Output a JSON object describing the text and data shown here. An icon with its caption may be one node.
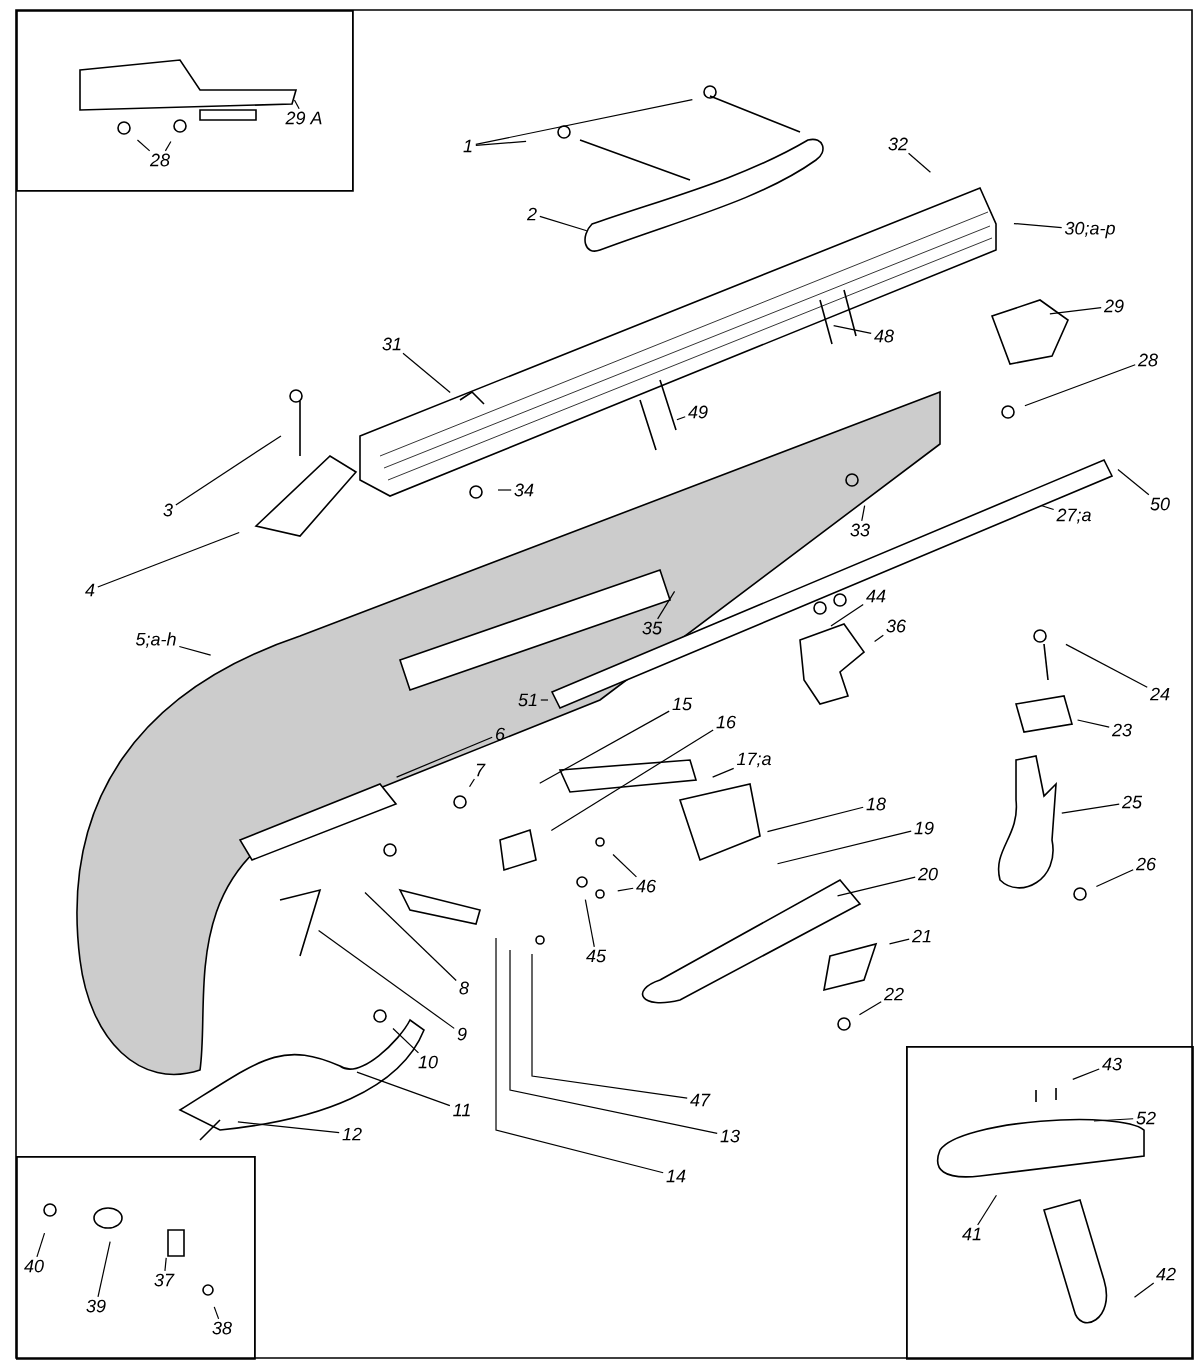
{
  "diagram": {
    "nodes": [
      {
        "text": [],
        "shape": "box"
      },
      {
        "text": [
          "29 A"
        ],
        "in": 0
      },
      {
        "text": [
          "28"
        ],
        "in": 0
      },
      {
        "text": [
          "1"
        ]
      },
      {
        "text": [
          "32"
        ]
      },
      {
        "text": [
          "2"
        ]
      },
      {
        "text": [
          "30;a-p"
        ]
      },
      {
        "text": [
          "29"
        ]
      },
      {
        "text": [
          "48"
        ]
      },
      {
        "text": [
          "31"
        ]
      },
      {
        "text": [
          "28"
        ]
      },
      {
        "text": [
          "49"
        ]
      },
      {
        "text": [
          "34"
        ]
      },
      {
        "text": [
          "3"
        ]
      },
      {
        "text": [
          "50"
        ]
      },
      {
        "text": [
          "27;a"
        ]
      },
      {
        "text": [
          "33"
        ]
      },
      {
        "text": [
          "4"
        ]
      },
      {
        "text": [
          "35"
        ]
      },
      {
        "text": [
          "5;a-h"
        ]
      },
      {
        "text": [
          "44"
        ]
      },
      {
        "text": [
          "36"
        ]
      },
      {
        "text": [
          "24"
        ]
      },
      {
        "text": [
          "51"
        ]
      },
      {
        "text": [
          "15"
        ]
      },
      {
        "text": [
          "6"
        ]
      },
      {
        "text": [
          "16"
        ]
      },
      {
        "text": [
          "23"
        ]
      },
      {
        "text": [
          "7"
        ]
      },
      {
        "text": [
          "17;a"
        ]
      },
      {
        "text": [
          "25"
        ]
      },
      {
        "text": [
          "18"
        ]
      },
      {
        "text": [
          "19"
        ]
      },
      {
        "text": [
          "20"
        ]
      },
      {
        "text": [
          "26"
        ]
      },
      {
        "text": [
          "46"
        ]
      },
      {
        "text": [
          "21"
        ]
      },
      {
        "text": [
          "45"
        ]
      },
      {
        "text": [
          "8"
        ]
      },
      {
        "text": [
          "22"
        ]
      },
      {
        "text": [
          "9"
        ]
      },
      {
        "text": [
          "10"
        ]
      },
      {
        "text": [
          "47"
        ]
      },
      {
        "text": [
          "11"
        ]
      },
      {
        "text": [
          "13"
        ]
      },
      {
        "text": [
          "12"
        ]
      },
      {
        "text": [
          "14"
        ]
      },
      {
        "text": [],
        "shape": "box"
      },
      {
        "text": [
          "43"
        ],
        "in": 47
      },
      {
        "text": [
          "52"
        ],
        "in": 47
      },
      {
        "text": [
          "41"
        ],
        "in": 47
      },
      {
        "text": [
          "42"
        ],
        "in": 47
      },
      {
        "text": [],
        "shape": "box"
      },
      {
        "text": [
          "40"
        ],
        "in": 52
      },
      {
        "text": [
          "39"
        ],
        "in": 52
      },
      {
        "text": [
          "37"
        ],
        "in": 52
      },
      {
        "text": [
          "38"
        ],
        "in": 52
      }
    ],
    "edges": [
      {
        "from": 1,
        "to": null,
        "arrow": "none"
      },
      {
        "from": 2,
        "to": null,
        "arrow": "none"
      },
      {
        "from": 2,
        "to": null,
        "arrow": "none"
      },
      {
        "from": 3,
        "to": null,
        "arrow": "none"
      },
      {
        "from": 3,
        "to": null,
        "arrow": "none"
      },
      {
        "from": 4,
        "to": null,
        "arrow": "none"
      },
      {
        "from": 5,
        "to": null,
        "arrow": "none"
      },
      {
        "from": 6,
        "to": null,
        "arrow": "none"
      },
      {
        "from": 7,
        "to": null,
        "arrow": "none"
      },
      {
        "from": 8,
        "to": null,
        "arrow": "none"
      },
      {
        "from": 9,
        "to": null,
        "arrow": "none"
      },
      {
        "from": 10,
        "to": null,
        "arrow": "none"
      },
      {
        "from": 11,
        "to": null,
        "arrow": "none"
      },
      {
        "from": 12,
        "to": null,
        "arrow": "none"
      },
      {
        "from": 13,
        "to": null,
        "arrow": "none"
      },
      {
        "from": 14,
        "to": null,
        "arrow": "none"
      },
      {
        "from": 15,
        "to": null,
        "arrow": "none"
      },
      {
        "from": 16,
        "to": null,
        "arrow": "none"
      },
      {
        "from": 17,
        "to": null,
        "arrow": "none"
      },
      {
        "from": 18,
        "to": null,
        "arrow": "none"
      },
      {
        "from": 19,
        "to": null,
        "arrow": "none"
      },
      {
        "from": 20,
        "to": null,
        "arrow": "none"
      },
      {
        "from": 21,
        "to": null,
        "arrow": "none"
      },
      {
        "from": 22,
        "to": null,
        "arrow": "none"
      },
      {
        "from": 23,
        "to": null,
        "arrow": "none"
      },
      {
        "from": 24,
        "to": null,
        "arrow": "none"
      },
      {
        "from": 25,
        "to": null,
        "arrow": "none"
      },
      {
        "from": 26,
        "to": null,
        "arrow": "none"
      },
      {
        "from": 27,
        "to": null,
        "arrow": "none"
      },
      {
        "from": 28,
        "to": null,
        "arrow": "none"
      },
      {
        "from": 29,
        "to": null,
        "arrow": "none"
      },
      {
        "from": 30,
        "to": null,
        "arrow": "none"
      },
      {
        "from": 31,
        "to": null,
        "arrow": "none"
      },
      {
        "from": 32,
        "to": null,
        "arrow": "none"
      },
      {
        "from": 33,
        "to": null,
        "arrow": "none"
      },
      {
        "from": 34,
        "to": null,
        "arrow": "none"
      },
      {
        "from": 35,
        "to": null,
        "arrow": "none"
      },
      {
        "from": 35,
        "to": null,
        "arrow": "none"
      },
      {
        "from": 36,
        "to": null,
        "arrow": "none"
      },
      {
        "from": 37,
        "to": null,
        "arrow": "none"
      },
      {
        "from": 38,
        "to": null,
        "arrow": "none"
      },
      {
        "from": 39,
        "to": null,
        "arrow": "none"
      },
      {
        "from": 40,
        "to": null,
        "arrow": "none"
      },
      {
        "from": 41,
        "to": null,
        "arrow": "none"
      },
      {
        "from": 42,
        "to": null,
        "arrow": "none"
      },
      {
        "from": 43,
        "to": null,
        "arrow": "none"
      },
      {
        "from": 44,
        "to": null,
        "arrow": "none"
      },
      {
        "from": 45,
        "to": null,
        "arrow": "none"
      },
      {
        "from": 46,
        "to": null,
        "arrow": "none"
      },
      {
        "from": 48,
        "to": null,
        "arrow": "none"
      },
      {
        "from": 49,
        "to": null,
        "arrow": "none"
      },
      {
        "from": 50,
        "to": null,
        "arrow": "none"
      },
      {
        "from": 51,
        "to": null,
        "arrow": "none"
      },
      {
        "from": 53,
        "to": null,
        "arrow": "none"
      },
      {
        "from": 54,
        "to": null,
        "arrow": "none"
      },
      {
        "from": 55,
        "to": null,
        "arrow": "none"
      },
      {
        "from": 56,
        "to": null,
        "arrow": "none"
      }
    ]
  }
}
